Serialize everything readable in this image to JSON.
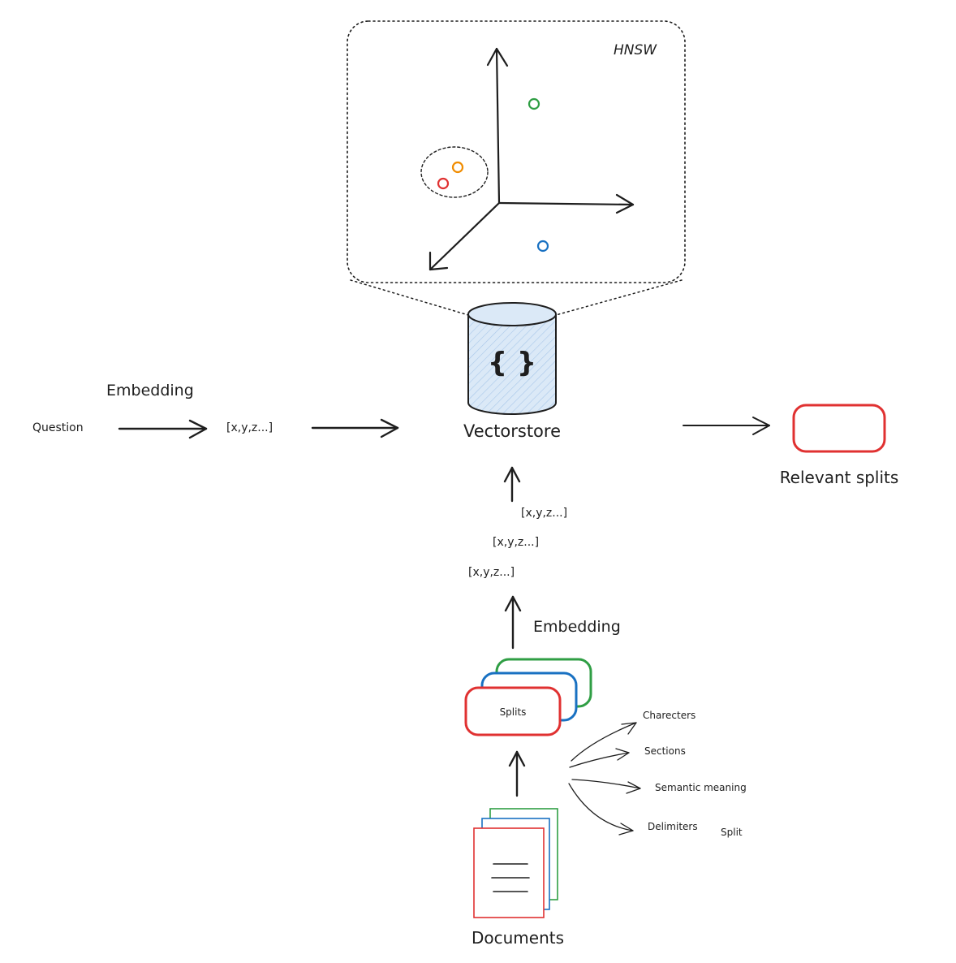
{
  "hnsw": {
    "label": "HNSW"
  },
  "vectorstore": {
    "label": "Vectorstore",
    "icon": "curly-braces-icon",
    "icon_text": "{ }"
  },
  "query_path": {
    "input_label": "Question",
    "step_label": "Embedding",
    "vector_label": "[x,y,z...]"
  },
  "output": {
    "label": "Relevant splits"
  },
  "doc_path": {
    "vectors": [
      {
        "label": "[x,y,z...]",
        "color": "#2f9e44"
      },
      {
        "label": "[x,y,z...]",
        "color": "#1971c2"
      },
      {
        "label": "[x,y,z...]",
        "color": "#e03131"
      }
    ],
    "step_label": "Embedding",
    "splits_label": "Splits",
    "documents_label": "Documents"
  },
  "split_methods": {
    "items": [
      "Charecters",
      "Sections",
      "Semantic meaning",
      "Delimiters"
    ],
    "caption": "Split"
  },
  "colors": {
    "ink": "#1e1e1e",
    "red": "#e03131",
    "blue": "#1971c2",
    "green": "#2f9e44",
    "orange": "#f08c00",
    "cylinder_fill": "#dbe9f7"
  }
}
